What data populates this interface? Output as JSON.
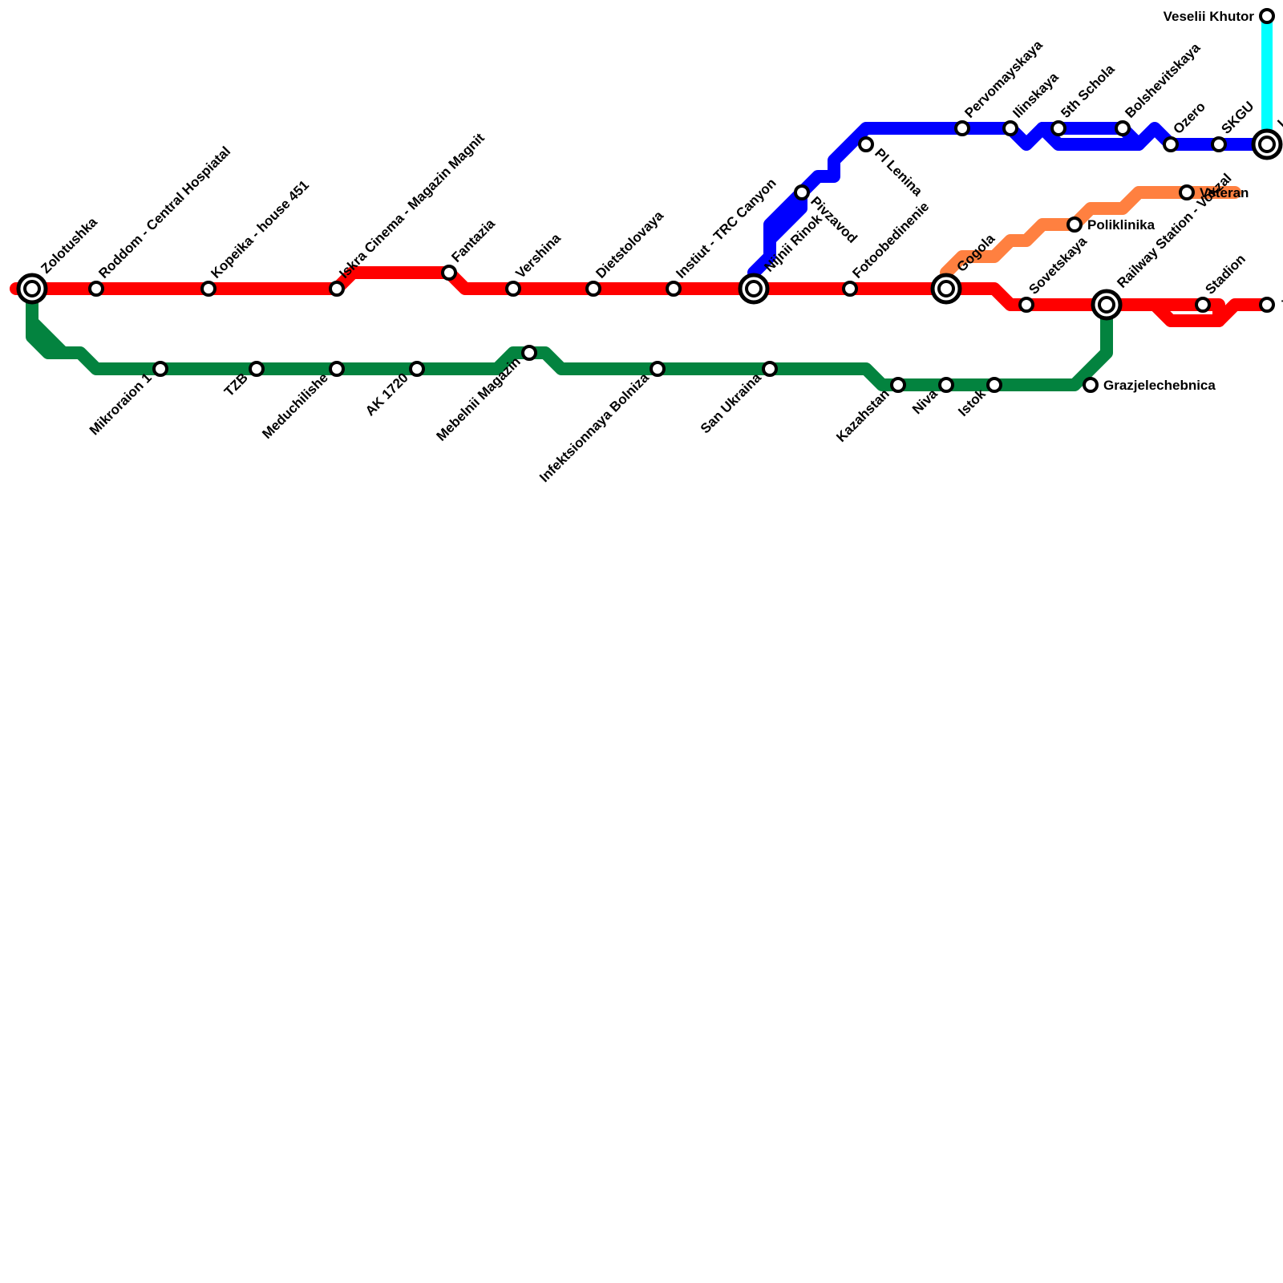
{
  "colors": {
    "red": "#ff0000",
    "green": "#03833f",
    "blue": "#0000ff",
    "orange": "#ff8040",
    "cyan": "#00ffff",
    "background": "#ffffff",
    "station_fill": "#ffffff",
    "station_stroke": "#000000",
    "label_text": "#000000"
  },
  "lines": [
    {
      "id": "red",
      "color": "#ff0000"
    },
    {
      "id": "green",
      "color": "#03833f"
    },
    {
      "id": "blue",
      "color": "#0000ff"
    },
    {
      "id": "orange",
      "color": "#ff8040"
    },
    {
      "id": "cyan",
      "color": "#00ffff"
    }
  ],
  "stations": {
    "zolotushka": "Zolotushka",
    "roddom": "Roddom - Central Hospiatal",
    "kopeika": "Kopeika - house 451",
    "iskra": "Iskra Cinema - Magazin Magnit",
    "fantazia": "Fantazia",
    "vershina": "Vershina",
    "dietstolovaya": "Dietstolovaya",
    "instiut": "Instiut  - TRC Canyon",
    "nijnii_rinok": "Nijnii Rinok",
    "fotoobedinenie": "Fotoobedinenie",
    "gogola": "Gogola",
    "sovetskaya": "Sovetskaya",
    "railway_station": "Railway Station - Vokzal",
    "stadion": "Stadion",
    "mikroraion": "Mikroraion 1",
    "tzb": "TZB",
    "meduchilishe": "Meduchilishe",
    "ak1720": "AK 1720",
    "mebelnii": "Mebelnii Magazin",
    "infektsionnaya": "Infektsionnaya Bolniza",
    "san_ukraina": "San Ukraina",
    "kazahstan": "Kazahstan",
    "niva": "Niva",
    "istok": "Istok",
    "grazjelechebnica": "Grazjelechebnica",
    "pivzavod": "Pivzavod",
    "pl_lenina": "Pl Lenina",
    "pervomayskaya": "Pervomayskaya",
    "ilinskaya": "Ilinskaya",
    "schola5": "5th Schola",
    "bolshevitskaya": "Bolshevitskaya",
    "ozero": "Ozero",
    "skgu": "SKGU",
    "veselii_khutor": "Veselii Khutor",
    "poliklinika": "Poliklinika",
    "veteran": "Veteran",
    "cut_t": "T",
    "cut_blue_end": "I"
  }
}
